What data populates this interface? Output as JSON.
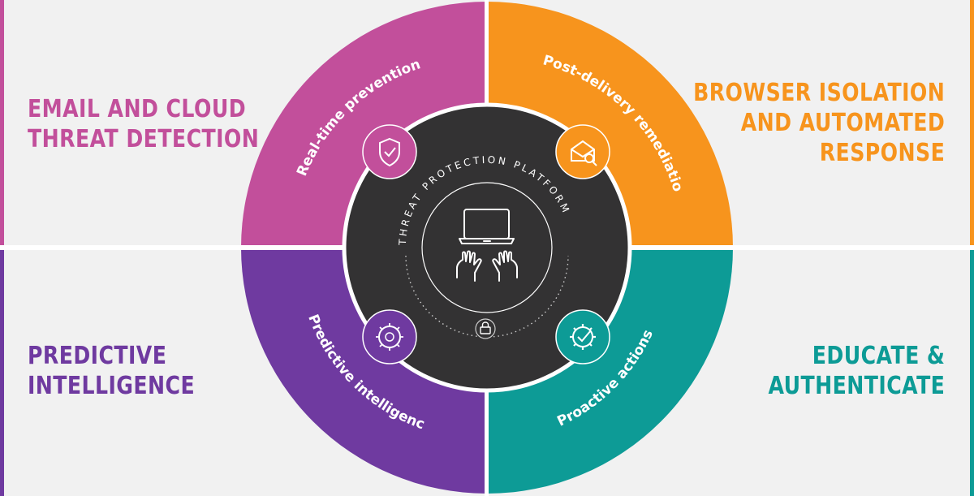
{
  "colors": {
    "pink": "#c24f9b",
    "orange": "#f7941d",
    "purple": "#6f3aa0",
    "teal": "#0d9b96",
    "hub": "#333233",
    "background": "#f1f1f1"
  },
  "corners": {
    "top_left": {
      "lines": [
        "EMAIL AND CLOUD",
        "THREAT DETECTION"
      ]
    },
    "top_right": {
      "lines": [
        "BROWSER ISOLATION",
        "AND AUTOMATED",
        "RESPONSE"
      ]
    },
    "bottom_left": {
      "lines": [
        "PREDICTIVE",
        "INTELLIGENCE"
      ]
    },
    "bottom_right": {
      "lines": [
        "EDUCATE &",
        "AUTHENTICATE"
      ]
    }
  },
  "ring": {
    "top_left": {
      "label": "Real-time prevention",
      "icon": "shield-check-icon"
    },
    "top_right": {
      "label": "Post-delivery remediation",
      "icon": "mail-search-icon"
    },
    "bottom_left": {
      "label": "Predictive intelligence",
      "icon": "brain-chip-icon"
    },
    "bottom_right": {
      "label": "Proactive actions",
      "icon": "gear-check-icon"
    }
  },
  "hub": {
    "title": "THREAT PROTECTION PLATFORM",
    "center_icon": "laptop-hands-icon",
    "lock_icon": "lock-icon"
  }
}
